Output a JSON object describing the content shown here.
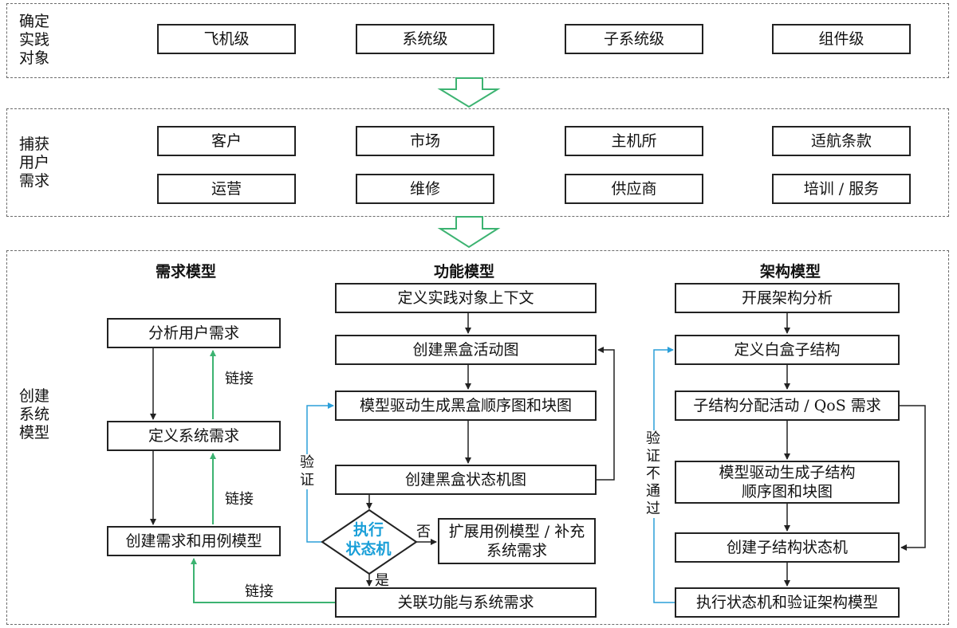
{
  "panel1": {
    "label": [
      "确定",
      "实践",
      "对象"
    ],
    "boxes": [
      "飞机级",
      "系统级",
      "子系统级",
      "组件级"
    ]
  },
  "panel2": {
    "label": [
      "捕获",
      "用户",
      "需求"
    ],
    "row1": [
      "客户",
      "市场",
      "主机所",
      "适航条款"
    ],
    "row2": [
      "运营",
      "维修",
      "供应商",
      "培训 / 服务"
    ]
  },
  "panel3": {
    "label": [
      "创建",
      "系统",
      "模型"
    ],
    "req": {
      "title": "需求模型",
      "analyze": "分析用户需求",
      "define": "定义系统需求",
      "create": "创建需求和用例模型",
      "link1": "链接",
      "link2": "链接",
      "link3": "链接"
    },
    "func": {
      "title": "功能模型",
      "context": "定义实践对象上下文",
      "activity": "创建黑盒活动图",
      "sequence": "模型驱动生成黑盒顺序图和块图",
      "statechart": "创建黑盒状态机图",
      "diamond": [
        "执行",
        "状态机"
      ],
      "no": "否",
      "yes": "是",
      "extend": [
        "扩展用例模型 / 补充",
        "系统需求"
      ],
      "relate": "关联功能与系统需求",
      "verify": [
        "验",
        "证"
      ]
    },
    "arch": {
      "title": "架构模型",
      "analysis": "开展架构分析",
      "whitebox": "定义白盒子结构",
      "allocate": "子结构分配活动 / QoS 需求",
      "generate": [
        "模型驱动生成子结构",
        "顺序图和块图"
      ],
      "statemachine": "创建子结构状态机",
      "execute": "执行状态机和验证架构模型",
      "fail": [
        "验",
        "证",
        "不",
        "通",
        "过"
      ]
    }
  }
}
